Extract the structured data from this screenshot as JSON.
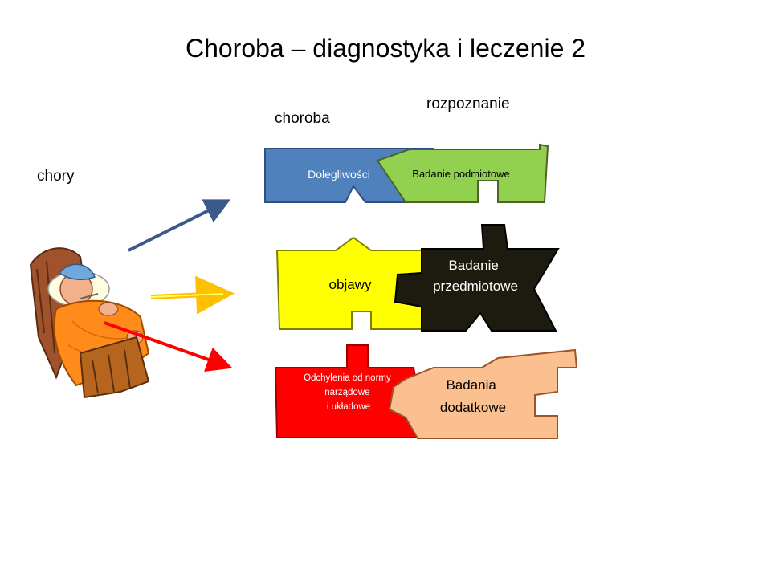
{
  "title": "Choroba – diagnostyka  i leczenie 2",
  "labels": {
    "patient": "chory",
    "disease": "choroba",
    "diagnosis": "rozpoznanie"
  },
  "rows": [
    {
      "left_text": "Dolegliwości",
      "right_text": "Badanie podmiotowe",
      "left_color": "#4f81bd",
      "right_color": "#92d050",
      "arrow_color": "#3a5a8c"
    },
    {
      "left_text": "objawy",
      "right_text_lines": [
        "Badanie",
        "przedmiotowe"
      ],
      "left_color": "#ffff00",
      "right_color": "#1d1b10",
      "arrow_color": "#ffc000"
    },
    {
      "left_text_lines": [
        "Odchylenia od normy",
        "narządowe",
        "i układowe"
      ],
      "right_text_lines": [
        "Badania",
        "dodatkowe"
      ],
      "left_color": "#ff0000",
      "right_color": "#fac090",
      "arrow_color": "#ff0000"
    }
  ],
  "icons": [
    "sick-patient-in-bed-illustration"
  ]
}
